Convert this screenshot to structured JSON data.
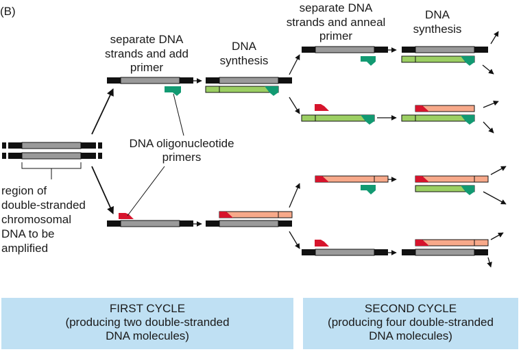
{
  "panel_letter": "(B)",
  "labels": {
    "step1": [
      "separate DNA",
      "strands and add",
      "primer"
    ],
    "synth1": [
      "DNA",
      "synthesis"
    ],
    "step2": [
      "separate DNA",
      "strands and anneal",
      "primer"
    ],
    "synth2": [
      "DNA",
      "synthesis"
    ],
    "primers": [
      "DNA oligonucleotide",
      "primers"
    ],
    "region": [
      "region of",
      "double-stranded",
      "chromosomal",
      "DNA to be",
      "amplified"
    ]
  },
  "panels": {
    "first": [
      "FIRST CYCLE",
      "(producing two double-stranded",
      "DNA molecules)"
    ],
    "second": [
      "SECOND CYCLE",
      "(producing four double-stranded",
      "DNA molecules)"
    ]
  },
  "colors": {
    "template_gray": "#9a9a9a",
    "end_black": "#111111",
    "new_green": "#9ccf63",
    "new_salmon": "#f7a98a",
    "primer_green": "#129a72",
    "primer_red": "#d6142c",
    "panel_blue": "#bfe0f3"
  }
}
